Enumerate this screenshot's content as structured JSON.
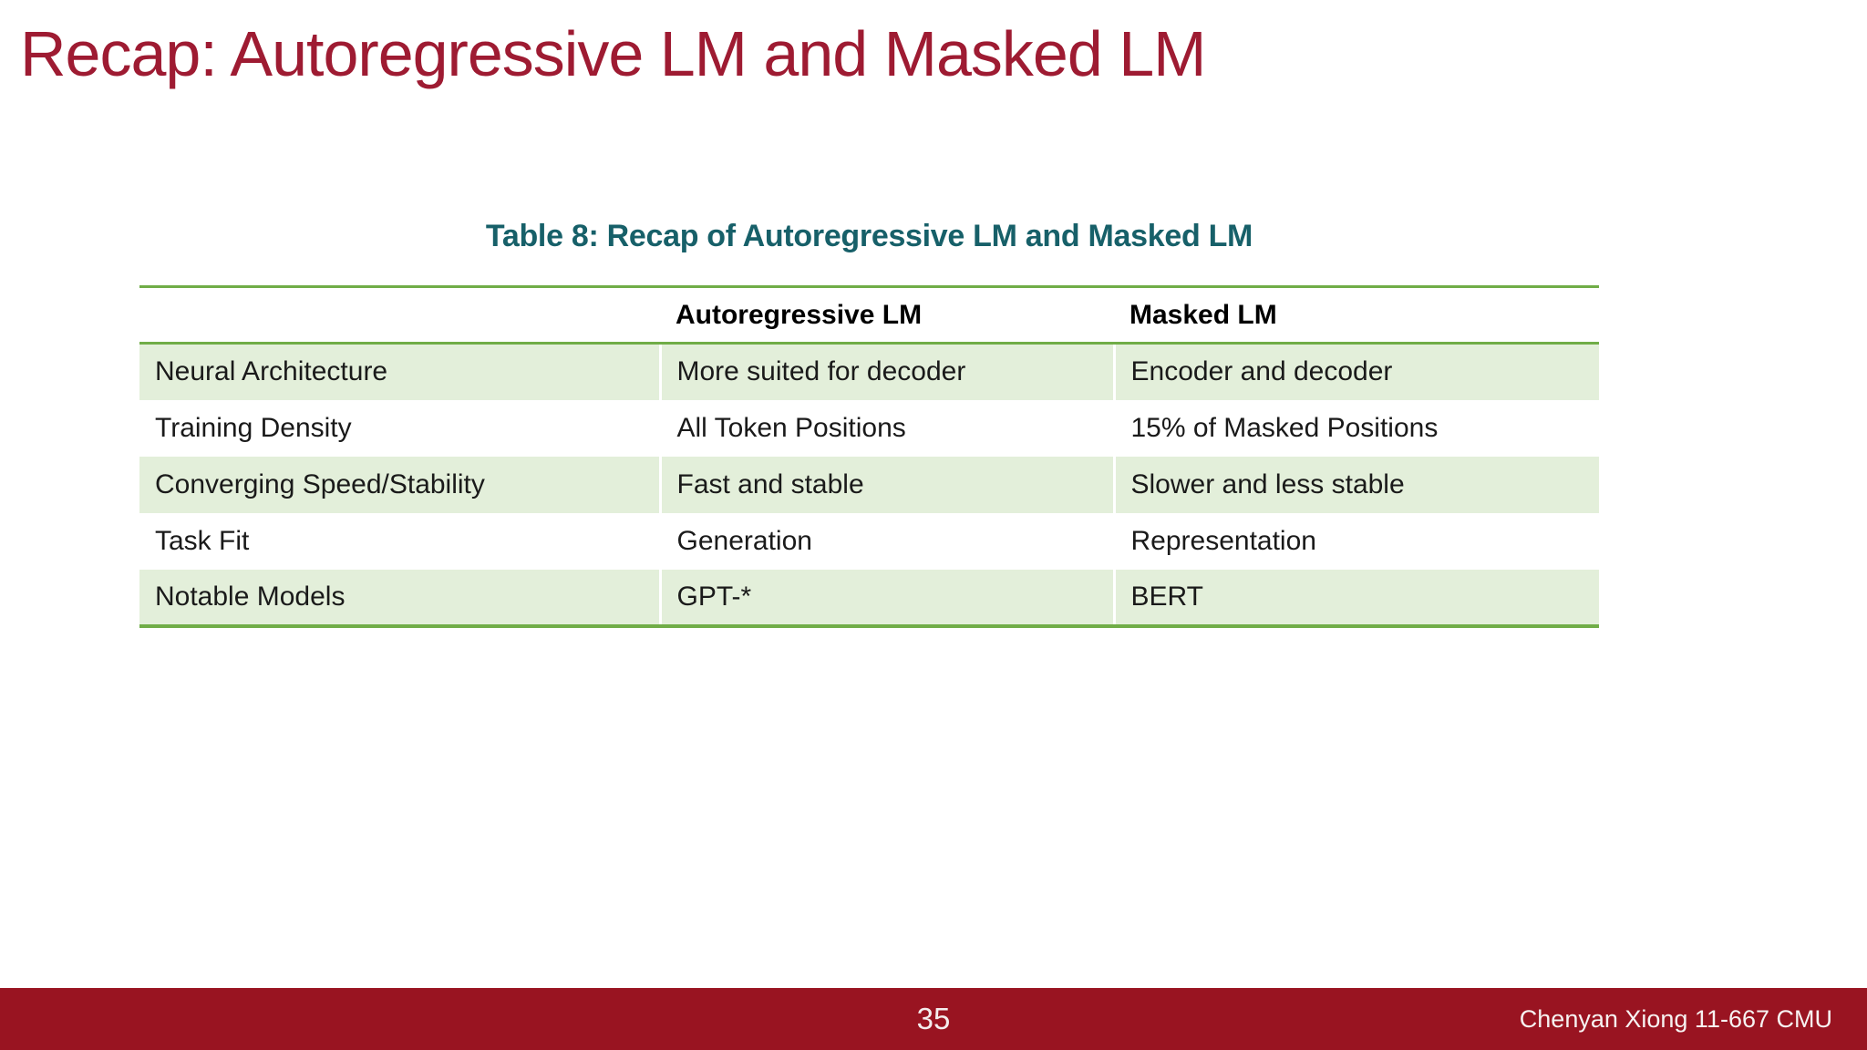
{
  "slide": {
    "title": "Recap: Autoregressive LM and Masked LM",
    "caption": "Table 8: Recap of Autoregressive LM and Masked LM",
    "table": {
      "columns": [
        "",
        "Autoregressive LM",
        "Masked LM"
      ],
      "rows": [
        {
          "cells": [
            "Neural Architecture",
            "More suited for decoder",
            "Encoder and decoder"
          ]
        },
        {
          "cells": [
            "Training Density",
            "All Token Positions",
            "15% of Masked Positions"
          ]
        },
        {
          "cells": [
            "Converging Speed/Stability",
            "Fast and stable",
            "Slower and less stable"
          ]
        },
        {
          "cells": [
            "Task Fit",
            "Generation",
            "Representation"
          ]
        },
        {
          "cells": [
            "Notable Models",
            "GPT-*",
            "BERT"
          ]
        }
      ]
    },
    "footer": {
      "page_number": "35",
      "credit": "Chenyan Xiong 11-667 CMU"
    },
    "colors": {
      "title_red": "#9e1b32",
      "caption_teal": "#176069",
      "table_border_green": "#70ad47",
      "row_band_green": "#e3efda",
      "footer_red": "#991421",
      "footer_text": "#f4eded",
      "body_text": "#1a1a1a"
    }
  }
}
